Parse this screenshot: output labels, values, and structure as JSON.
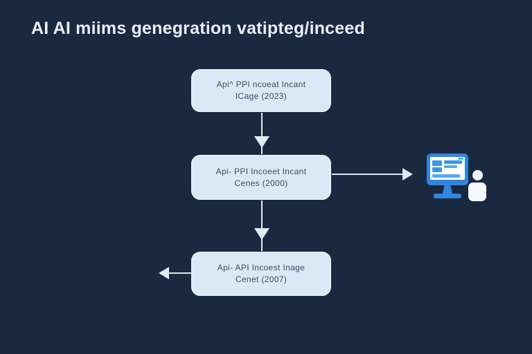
{
  "title": "AI AI miims genegration vatipteg/inceed",
  "colors": {
    "background": "#1b2940",
    "box_fill": "#dce9f5",
    "box_text": "#394a64",
    "arrow": "#dfe9f2",
    "title_text": "#e9eef6",
    "icon_blue": "#2e86dd",
    "icon_teal": "#2cc4c6",
    "icon_white": "#f5f8fc"
  },
  "flowchart": {
    "nodes": [
      {
        "id": "node-top",
        "line1": "Api^ PPI ncoeat Incant",
        "line2": "ICage (2023)"
      },
      {
        "id": "node-middle",
        "line1": "Api- PPI Incoeet Incant",
        "line2": "Cenes (2000)"
      },
      {
        "id": "node-bottom",
        "line1": "Api- API Incoest Inage",
        "line2": "Cenet (2007)"
      }
    ],
    "arrows": [
      {
        "from": "node-top",
        "to": "node-middle",
        "direction": "down"
      },
      {
        "from": "node-middle",
        "to": "node-bottom",
        "direction": "down"
      },
      {
        "from": "node-middle",
        "to": "monitor-user-icon",
        "direction": "right"
      },
      {
        "from": "node-bottom",
        "to": "off-canvas-left",
        "direction": "left"
      }
    ],
    "icons": [
      {
        "name": "monitor-user-icon",
        "description": "blue computer monitor with screen content, stand, and white person figure"
      }
    ]
  }
}
